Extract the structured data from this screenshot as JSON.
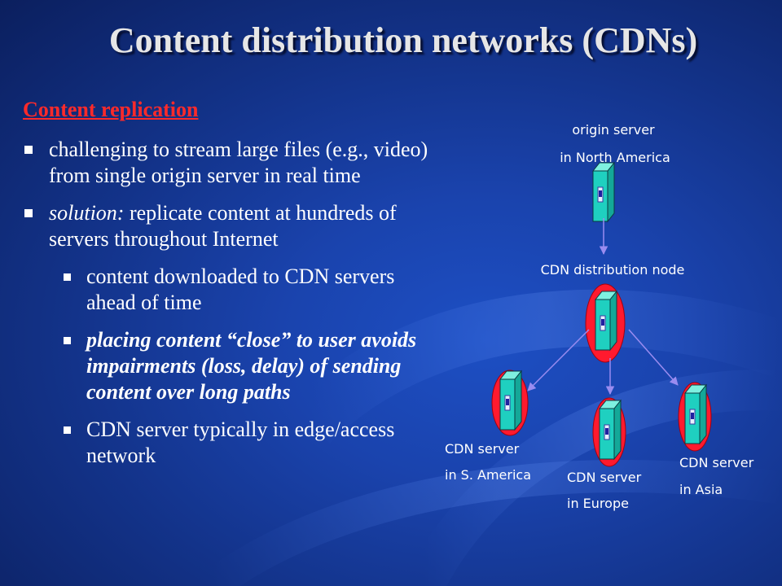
{
  "title": "Content distribution networks (CDNs)",
  "subhead": "Content replication",
  "bullets": {
    "b1": "challenging to stream large files (e.g., video) from single origin server in real time",
    "b2_em": "solution:",
    "b2_rest": " replicate content at hundreds of servers throughout Internet",
    "s1": "content downloaded to CDN servers ahead of time",
    "s2": "placing content “close” to user avoids impairments (loss, delay) of sending content over long paths",
    "s3": "CDN server typically in edge/access network"
  },
  "diagram": {
    "origin_line1": "origin server",
    "origin_line2": "in North America",
    "distribution_node": "CDN distribution node",
    "sa_line1": "CDN server",
    "sa_line2": "in S. America",
    "eu_line1": "CDN server",
    "eu_line2": "in Europe",
    "asia_line1": "CDN server",
    "asia_line2": "in Asia"
  },
  "colors": {
    "background": "#1a43ad",
    "title": "#e6e6e6",
    "subhead": "#ff2a2a",
    "server_face": "#1fd0c0",
    "server_ring": "#ff1a2e",
    "arrow": "#9a8cf0"
  }
}
